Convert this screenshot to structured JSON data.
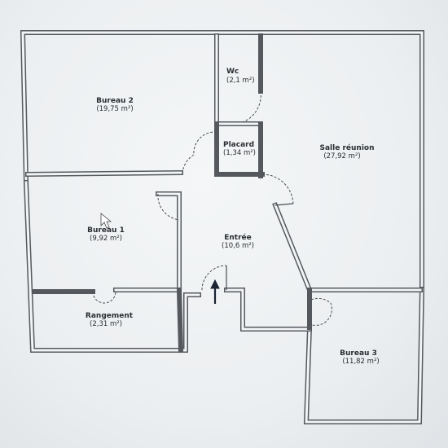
{
  "plan": {
    "colors": {
      "wall": "#55595e",
      "wall_fill": "#f2f4f5",
      "text": "#2a2d31",
      "entry_arrow": "#1b2333"
    },
    "rooms": [
      {
        "id": "bureau-2",
        "name": "Bureau 2",
        "area": "(19,75 m²)"
      },
      {
        "id": "wc",
        "name": "Wc",
        "area": "(2,1 m²)"
      },
      {
        "id": "placard",
        "name": "Placard",
        "area": "(1,34 m²)"
      },
      {
        "id": "salle-reunion",
        "name": "Salle réunion",
        "area": "(27,92 m²)"
      },
      {
        "id": "bureau-1",
        "name": "Bureau 1",
        "area": "(9,92 m²)"
      },
      {
        "id": "entree",
        "name": "Entrée",
        "area": "(10,6 m²)"
      },
      {
        "id": "rangement",
        "name": "Rangement",
        "area": "(2,31 m²)"
      },
      {
        "id": "bureau-3",
        "name": "Bureau 3",
        "area": "(11,82 m²)"
      }
    ],
    "icons": {
      "entry": "arrow-up-icon",
      "pointer": "mouse-cursor-icon"
    }
  }
}
